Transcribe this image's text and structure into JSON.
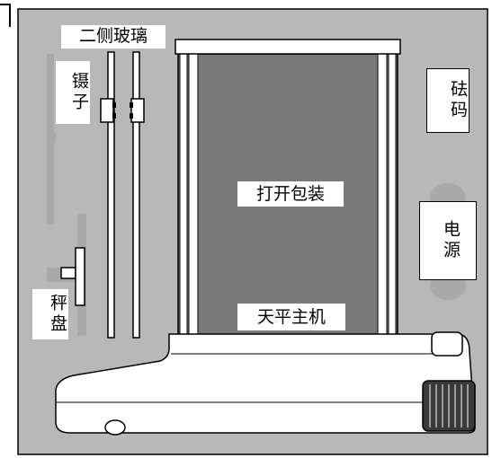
{
  "labels": {
    "side_glass": "二侧玻璃",
    "tweezers": "镊子",
    "weights": "砝码",
    "unpack": "打开包装",
    "power": "电源",
    "weighing_pan": "秤盘",
    "balance_main": "天平主机"
  },
  "colors": {
    "tray_background": "#b8b8b8",
    "glass_panel": "#7a7a7a",
    "outline": "#000000"
  }
}
